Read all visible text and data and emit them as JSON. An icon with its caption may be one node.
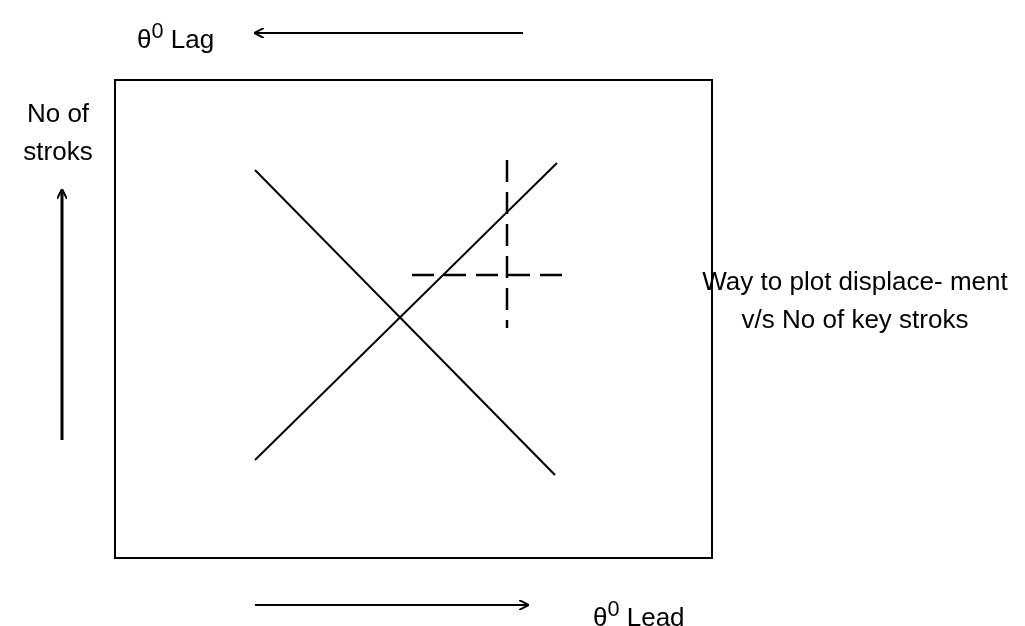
{
  "diagram": {
    "labels": [
      "θ$^{0}$ Lag",
      "No of stroks",
      "Way to plot displace- ment v/s No of key stroks",
      "θ$^{0}$ Lead"
    ]
  }
}
